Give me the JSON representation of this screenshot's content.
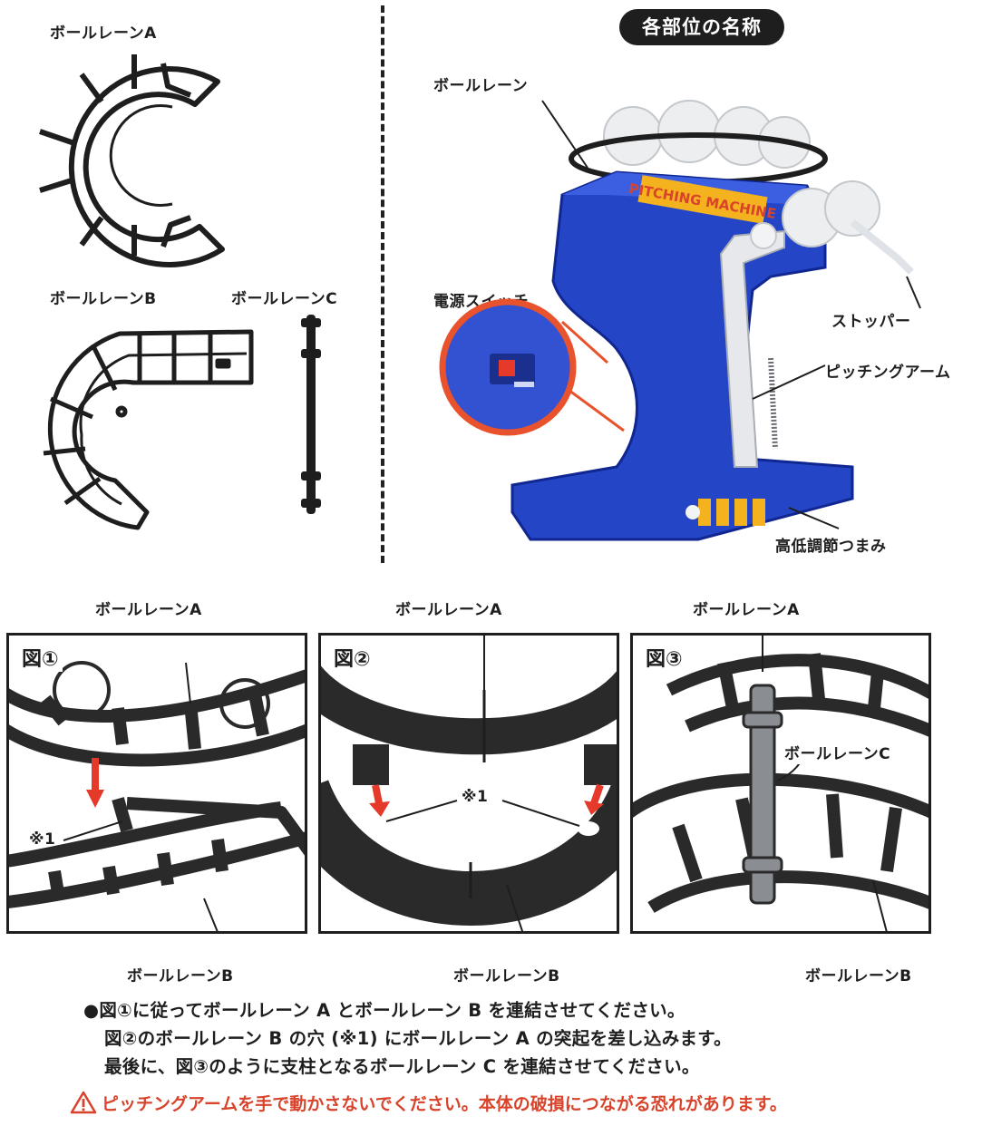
{
  "parts_top": {
    "lane_a_label": "ボールレーンA",
    "lane_b_label": "ボールレーンB",
    "lane_c_label": "ボールレーンC"
  },
  "names_section": {
    "title": "各部位の名称",
    "ball_lane": "ボールレーン",
    "power_switch": "電源スイッチ",
    "stopper": "ストッパー",
    "pitching_arm": "ピッチングアーム",
    "height_knob": "高低調節つまみ",
    "machine_logo": "PITCHING MACHINE",
    "colors": {
      "machine_body": "#2446c6",
      "switch_ring": "#e8522c",
      "switch_button": "#e53a2a"
    }
  },
  "figures": [
    {
      "tag": "図①",
      "top_label": "ボールレーンA",
      "bottom_label": "ボールレーンB",
      "note": "※1"
    },
    {
      "tag": "図②",
      "top_label": "ボールレーンA",
      "bottom_label": "ボールレーンB",
      "note": "※1"
    },
    {
      "tag": "図③",
      "top_label": "ボールレーンA",
      "bottom_label": "ボールレーンB",
      "middle_label": "ボールレーンC"
    }
  ],
  "instructions": [
    "●図①に従ってボールレーン A とボールレーン B を連結させてください。",
    "図②のボールレーン B の穴 (※1) にボールレーン A の突起を差し込みます。",
    "最後に、図③のように支柱となるボールレーン C を連結させてください。"
  ],
  "warning": {
    "text": "ピッチングアームを手で動かさないでください。本体の破損につながる恐れがあります。",
    "color": "#d8432b",
    "icon": "warning-triangle-icon"
  }
}
